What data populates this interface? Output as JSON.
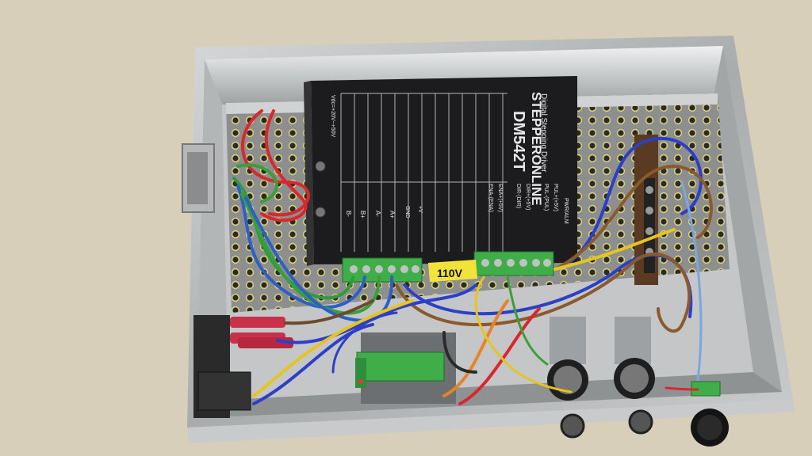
{
  "driver": {
    "brand": "STEPPERONLINE",
    "model": "DM542T",
    "subtitle": "Digital Stepping Driver",
    "terminals": [
      "PUL+(+5V)",
      "PUL-(PUL)",
      "DIR+(+5V)",
      "DIR-(DIR)",
      "ENA+(+5V)",
      "ENA-(ENA)"
    ],
    "power_labels": [
      "B-",
      "B+",
      "A-",
      "A+",
      "GND",
      "+V"
    ],
    "vdc": "Vdc=+20V~+50V",
    "pwr_alm": "PWR/ALM"
  },
  "voltage_label": "110V",
  "colors": {
    "background": "#d9d0bd",
    "enclosure": "#b9bcbe",
    "driver": "#1c1c1e",
    "terminal": "#3fae49",
    "label": "#f2e33a"
  }
}
